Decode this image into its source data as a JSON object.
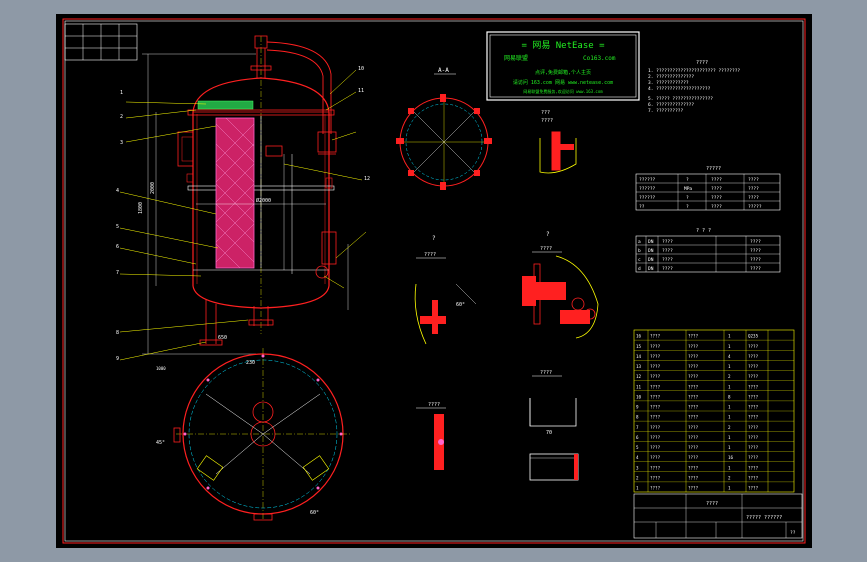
{
  "app": {
    "bg_color": "#8e99a6",
    "viewport_color": "#000000"
  },
  "logo": {
    "title": "= 网易 NetEase =",
    "subtitle_left": "网易联盟",
    "subtitle_right": "Co163.com",
    "line1": "点评,免费邮箱,个人主页",
    "line2": "请访问 163.com 网易 www.netease.com",
    "line3": "网易联盟免费服务,欢迎访问 www.163.com",
    "color": "#22ee22"
  },
  "section_labels": {
    "aa": "A-A",
    "q1": "?",
    "q2": "?",
    "q4": "????",
    "q5": "?",
    "q6": "????",
    "q7": "????",
    "q8": "????",
    "q9": "????",
    "top_detail": "???",
    "top_detail2": "????"
  },
  "notes": {
    "title": "????",
    "lines": [
      "1. ?????????????????????? ????????",
      "2. ??????????????",
      "3. ????????????",
      "4. ????????????????????",
      "5. ????? ???????????????",
      "6. ??????????????",
      "7. ??????????"
    ]
  },
  "table1": {
    "title": "?????",
    "rows": [
      [
        "??????",
        "?",
        "????",
        "????"
      ],
      [
        "??????",
        "MPa",
        "????",
        "????"
      ],
      [
        "??????",
        "?",
        "????",
        "????"
      ],
      [
        "??",
        "?",
        "????",
        "?????"
      ]
    ]
  },
  "table2": {
    "title": "? ? ?",
    "rows": [
      [
        "a",
        "DN",
        "????",
        "????"
      ],
      [
        "b",
        "DN",
        "????",
        "????"
      ],
      [
        "c",
        "DN",
        "????",
        "????"
      ],
      [
        "d",
        "DN",
        "????",
        "????"
      ]
    ]
  },
  "bom": {
    "rows": [
      [
        "16",
        "????",
        "????",
        "1",
        "Q235"
      ],
      [
        "15",
        "????",
        "????",
        "1",
        "????"
      ],
      [
        "14",
        "????",
        "????",
        "4",
        "????"
      ],
      [
        "13",
        "????",
        "????",
        "1",
        "????"
      ],
      [
        "12",
        "????",
        "????",
        "2",
        "????"
      ],
      [
        "11",
        "????",
        "????",
        "1",
        "????"
      ],
      [
        "10",
        "????",
        "????",
        "8",
        "????"
      ],
      [
        "9",
        "????",
        "????",
        "1",
        "????"
      ],
      [
        "8",
        "????",
        "????",
        "1",
        "????"
      ],
      [
        "7",
        "????",
        "????",
        "2",
        "????"
      ],
      [
        "6",
        "????",
        "????",
        "1",
        "????"
      ],
      [
        "5",
        "????",
        "????",
        "1",
        "????"
      ],
      [
        "4",
        "????",
        "????",
        "16",
        "????"
      ],
      [
        "3",
        "????",
        "????",
        "1",
        "????"
      ],
      [
        "2",
        "????",
        "????",
        "2",
        "????"
      ],
      [
        "1",
        "????",
        "????",
        "1",
        "????"
      ]
    ]
  },
  "title_block": {
    "name": "????",
    "code": "????? ??????",
    "sheet": "??"
  },
  "dims": {
    "d1": "1800",
    "d2": "Ø2000",
    "d3": "2000",
    "d4": "650",
    "d5": "1000",
    "d6": "60°",
    "d7": "45°",
    "d8": "230",
    "d9": "70",
    "d10": "DN"
  },
  "leaders": {
    "top": [
      "1",
      "2",
      "3",
      "4",
      "5",
      "6",
      "7",
      "8",
      "9",
      "10",
      "11",
      "12"
    ]
  }
}
